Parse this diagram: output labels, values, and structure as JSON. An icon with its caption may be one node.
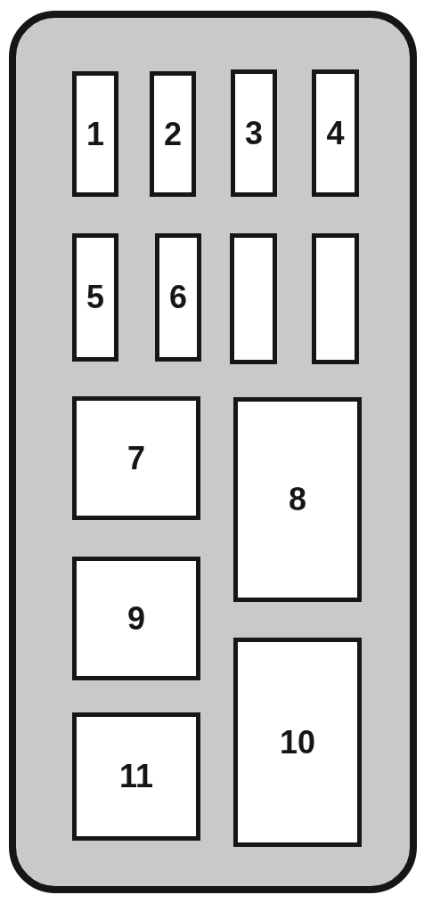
{
  "diagram": {
    "nodes": [
      {
        "text": [],
        "shape": "box"
      },
      {
        "text": [
          "1"
        ],
        "in": 0
      },
      {
        "text": [
          "2"
        ],
        "in": 0
      },
      {
        "text": [
          "3"
        ],
        "in": 0
      },
      {
        "text": [
          "4"
        ],
        "in": 0
      },
      {
        "text": [
          "5"
        ],
        "in": 0
      },
      {
        "text": [
          "6"
        ],
        "in": 0
      },
      {
        "text": [],
        "shape": "box",
        "in": 0
      },
      {
        "text": [],
        "shape": "box",
        "in": 0
      },
      {
        "text": [
          "7"
        ],
        "in": 0
      },
      {
        "text": [
          "8"
        ],
        "in": 0
      },
      {
        "text": [
          "9"
        ],
        "in": 0
      },
      {
        "text": [
          "10"
        ],
        "in": 0
      },
      {
        "text": [
          "11"
        ],
        "in": 0
      }
    ]
  }
}
